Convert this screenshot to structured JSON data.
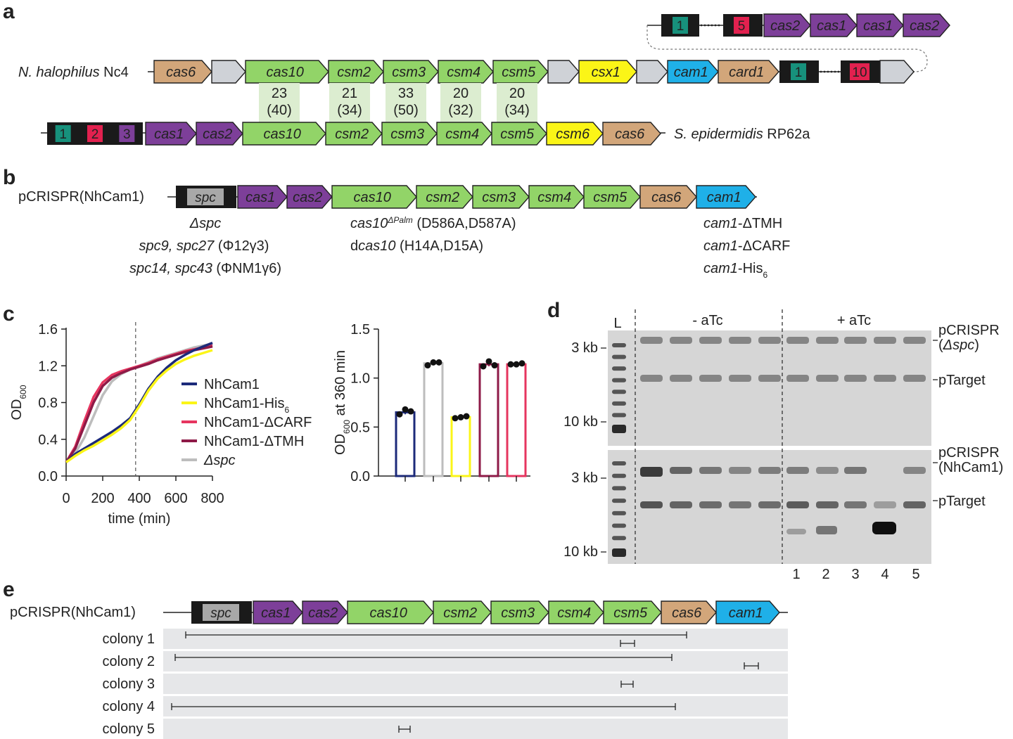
{
  "colors": {
    "brown": "#d2a67a",
    "gray": "#cfd2d7",
    "green": "#92d468",
    "purple": "#7d3f99",
    "yellow": "#fbf517",
    "blue": "#1fb0e8",
    "teal": "#17917c",
    "red": "#e2214f",
    "spc_gray": "#a8a8a8",
    "homology_bg": "#dcedd0",
    "navy": "#1c2a7a",
    "pink": "#e6355f",
    "maroon": "#8e1a47",
    "lightgray": "#bdbdbd",
    "gel_bg": "#d6d6d6"
  },
  "panel_letters": {
    "a": "a",
    "b": "b",
    "c": "c",
    "d": "d",
    "e": "e"
  },
  "panel_a": {
    "top_repeats": [
      "1",
      "5"
    ],
    "top_genes": [
      "cas2",
      "cas1",
      "cas1",
      "cas2"
    ],
    "nh_species_italic": "N. halophilus",
    "nh_species_strain": " Nc4",
    "nh_genes": [
      "cas6",
      "",
      "cas10",
      "csm2",
      "csm3",
      "csm4",
      "csm5",
      "",
      "csx1",
      "",
      "cam1",
      "card1"
    ],
    "nh_repeats": [
      "1",
      "10"
    ],
    "homology": [
      {
        "identity": "23",
        "similarity": "(40)"
      },
      {
        "identity": "21",
        "similarity": "(34)"
      },
      {
        "identity": "33",
        "similarity": "(50)"
      },
      {
        "identity": "20",
        "similarity": "(32)"
      },
      {
        "identity": "20",
        "similarity": "(34)"
      }
    ],
    "se_repeats": [
      "1",
      "2",
      "3"
    ],
    "se_genes": [
      "cas1",
      "cas2",
      "cas10",
      "csm2",
      "csm3",
      "csm4",
      "csm5",
      "csm6",
      "cas6"
    ],
    "se_species_italic": "S. epidermidis",
    "se_species_strain": " RP62a"
  },
  "panel_b": {
    "plasmid": "pCRISPR(NhCam1)",
    "genes": [
      "spc",
      "cas1",
      "cas2",
      "cas10",
      "csm2",
      "csm3",
      "csm4",
      "csm5",
      "cas6",
      "cam1"
    ],
    "spc_notes": [
      {
        "italic": "Δspc",
        "rest": ""
      },
      {
        "italic": "spc9, spc27",
        "rest": " (Φ12γ3)"
      },
      {
        "italic": "spc14, spc43",
        "rest": " (ΦNM1γ6)"
      }
    ],
    "cas10_notes": [
      {
        "italic": "cas10",
        "sup": "ΔPalm",
        "rest": " (D586A,D587A)"
      },
      {
        "pre": "d",
        "italic": "cas10",
        "rest": " (H14A,D15A)"
      }
    ],
    "cam1_notes": [
      {
        "italic": "cam1",
        "rest": "-ΔTMH"
      },
      {
        "italic": "cam1",
        "rest": "-ΔCARF"
      },
      {
        "italic": "cam1",
        "rest": "-His",
        "sub": "6"
      }
    ]
  },
  "chart_data": [
    {
      "type": "line",
      "ylabel": "OD600",
      "xlabel": "time (min)",
      "xlim": [
        0,
        800
      ],
      "ylim": [
        0,
        1.6
      ],
      "xticks": [
        0,
        200,
        400,
        600,
        800
      ],
      "yticks": [
        0.0,
        0.4,
        0.8,
        1.2,
        1.6
      ],
      "ytick_labels": [
        "0.0",
        "0.4",
        "0.8",
        "1.2",
        "1.6"
      ],
      "vline_x": 380,
      "legend_position": "right",
      "x": [
        0,
        50,
        100,
        150,
        200,
        250,
        300,
        350,
        400,
        450,
        500,
        550,
        600,
        650,
        700,
        750,
        800
      ],
      "series": [
        {
          "name": "NhCam1",
          "color": "#1c2a7a",
          "values": [
            0.15,
            0.24,
            0.3,
            0.36,
            0.42,
            0.48,
            0.55,
            0.63,
            0.78,
            0.95,
            1.08,
            1.18,
            1.26,
            1.32,
            1.37,
            1.41,
            1.45
          ]
        },
        {
          "name": "NhCam1-His6",
          "color": "#fbf517",
          "values": [
            0.15,
            0.22,
            0.28,
            0.33,
            0.39,
            0.45,
            0.52,
            0.61,
            0.76,
            0.93,
            1.06,
            1.15,
            1.22,
            1.27,
            1.31,
            1.34,
            1.37
          ]
        },
        {
          "name": "NhCam1-ΔCARF",
          "color": "#e6355f",
          "values": [
            0.15,
            0.32,
            0.6,
            0.86,
            1.02,
            1.1,
            1.14,
            1.17,
            1.2,
            1.23,
            1.27,
            1.3,
            1.33,
            1.36,
            1.38,
            1.4,
            1.42
          ]
        },
        {
          "name": "NhCam1-ΔTMH",
          "color": "#8e1a47",
          "values": [
            0.15,
            0.3,
            0.55,
            0.8,
            0.98,
            1.07,
            1.12,
            1.16,
            1.19,
            1.22,
            1.26,
            1.29,
            1.32,
            1.35,
            1.37,
            1.39,
            1.41
          ]
        },
        {
          "name": "Δspc",
          "color": "#bdbdbd",
          "values": [
            0.15,
            0.25,
            0.42,
            0.65,
            0.88,
            1.03,
            1.11,
            1.16,
            1.2,
            1.24,
            1.28,
            1.31,
            1.34,
            1.37,
            1.4,
            1.42,
            1.44
          ]
        }
      ]
    },
    {
      "type": "bar",
      "ylabel": "OD600 at 360 min",
      "ylim": [
        0,
        1.5
      ],
      "yticks": [
        0.0,
        0.5,
        1.0,
        1.5
      ],
      "ytick_labels": [
        "0.0",
        "0.5",
        "1.0",
        "1.5"
      ],
      "categories": [
        "NhCam1",
        "Δspc",
        "NhCam1-His6",
        "NhCam1-ΔTMH",
        "NhCam1-ΔCARF"
      ],
      "colors": [
        "#1c2a7a",
        "#bdbdbd",
        "#fbf517",
        "#8e1a47",
        "#e6355f"
      ],
      "values": [
        0.65,
        1.15,
        0.6,
        1.14,
        1.14
      ],
      "points": [
        [
          0.63,
          0.68,
          0.66
        ],
        [
          1.13,
          1.16,
          1.16
        ],
        [
          0.59,
          0.6,
          0.61
        ],
        [
          1.12,
          1.17,
          1.13
        ],
        [
          1.14,
          1.14,
          1.15
        ]
      ]
    }
  ],
  "panel_c_legend": [
    {
      "text": "NhCam1",
      "italic": false,
      "sub": ""
    },
    {
      "text": "NhCam1-His",
      "italic": false,
      "sub": "6"
    },
    {
      "text": "NhCam1-ΔCARF",
      "italic": false,
      "sub": ""
    },
    {
      "text": "NhCam1-ΔTMH",
      "italic": false,
      "sub": ""
    },
    {
      "text": "Δspc",
      "italic": true,
      "sub": ""
    }
  ],
  "panel_d": {
    "ladder": "L",
    "minus": "- aTc",
    "plus": "+ aTc",
    "size_labels": [
      "3 kb",
      "10 kb"
    ],
    "right_top": [
      "pCRISPR",
      "(Δspc)",
      "pTarget"
    ],
    "right_bottom": [
      "pCRISPR",
      "(NhCam1)",
      "pTarget"
    ],
    "lane_numbers": [
      "1",
      "2",
      "3",
      "4",
      "5"
    ]
  },
  "panel_e": {
    "plasmid": "pCRISPR(NhCam1)",
    "genes": [
      "spc",
      "cas1",
      "cas2",
      "cas10",
      "csm2",
      "csm3",
      "csm4",
      "csm5",
      "cas6",
      "cam1"
    ],
    "colonies": [
      "colony 1",
      "colony 2",
      "colony 3",
      "colony 4",
      "colony 5"
    ]
  }
}
